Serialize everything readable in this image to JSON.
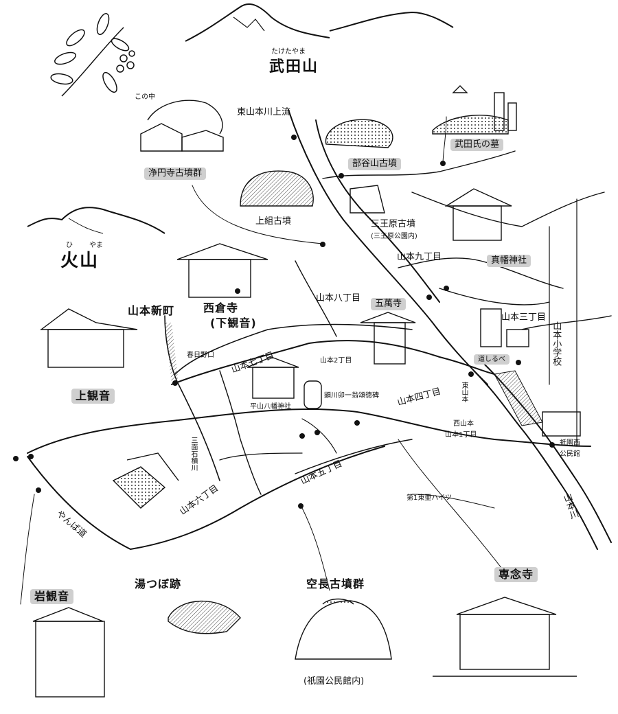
{
  "mountains": {
    "takeda": {
      "ruby": "たけたやま",
      "name": "武田山"
    },
    "hiyama": {
      "ruby_hi": "ひ",
      "ruby_yama": "やま",
      "name": "火山"
    }
  },
  "landmarks": {
    "kono_naka": "この中",
    "jouenji": "浄円寺古墳群",
    "higashi_yamamoto_river": "東山本川上流",
    "heyayama": "部谷山古墳",
    "takeda_grave": "武田氏の墓",
    "kamikumi": "上組古墳",
    "sannohara": "三王原古墳",
    "sannohara_park": "(三王原公園内)",
    "shinhata_shrine": "真幡神社",
    "gohouji": "五萬寺",
    "saisouji": "西倉寺",
    "shimo_kannon": "(下観音)",
    "kasugano": "春日野口",
    "kami_kannon": "上観音",
    "hirakawa_shrine": "平山八幡神社",
    "sannomiya_okina": "顕川卯一翁頌徳碑",
    "sanmen_ishikawa": "三面石積川",
    "yamamoto_sho": "山本小学校",
    "michishirube": "道しるべ",
    "gion_nishi": "祇園西",
    "kouminkan": "公民館",
    "daiichi_hights": "第1東亜ハイツ",
    "yanba_road": "やんば道",
    "iwa_kannon": "岩観音",
    "yutsubo": "湯つぼ跡",
    "kucho_kofun": "空長古墳群",
    "gion_kouminkan": "(祇園公民館内)",
    "sennenji": "専念寺",
    "yamamoto_river": "山本川"
  },
  "districts": {
    "shinmachi": "山本新町",
    "chome9": "山本九丁目",
    "chome8": "山本八丁目",
    "chome3": "山本三丁目",
    "chome7": "山本七丁目",
    "chome2": "山本2丁目",
    "chome4": "山本四丁目",
    "chome5": "山本五丁目",
    "chome6": "山本六丁目",
    "nishi_yamamoto": "西山本",
    "chome1": "山本1丁目",
    "higashi_yamamoto": "東山本"
  }
}
